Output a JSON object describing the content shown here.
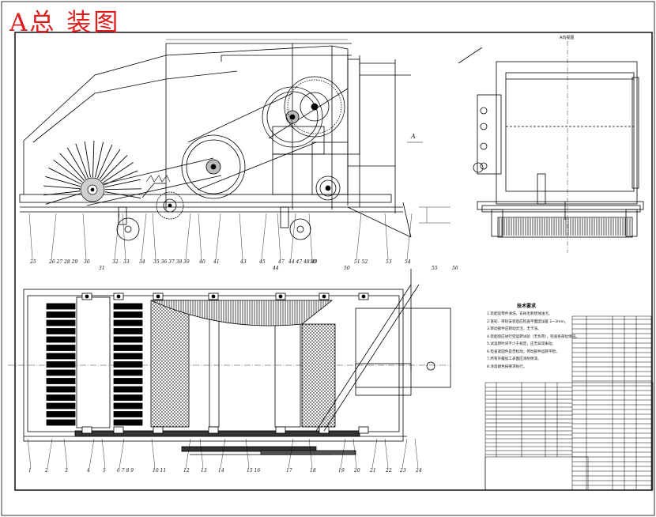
{
  "drawing": {
    "stamp_title": "A总 装图",
    "view_label": "A",
    "side_view_label": "A向视图"
  },
  "tech_requirements": {
    "title": "技术要求",
    "items": [
      "1.装配前零件清洗，去除毛刺锈蚀油污。",
      "2.链轮、带轮安装后应检查平面度误差 2~3mm。",
      "3.转动部件应转动灵活，无卡滞。",
      "4.装配后应进行空运转试验（无负荷），检查各部位情况。",
      "5.试运转时间不少于规定，应无异常振动。",
      "6.检查紧固件是否松动，传动部件运转平稳。",
      "7.所有外露加工表面应涂防锈漆。",
      "8.涂漆颜色按要求执行。"
    ]
  },
  "callouts_top": [
    "25",
    "26 27 28 29",
    "30",
    "32",
    "33",
    "34",
    "35 36 37 38",
    "39",
    "40",
    "41",
    "43",
    "45",
    "47",
    "44 47 48 49",
    "50",
    "51 52",
    "53",
    "54"
  ],
  "callouts_plan_top": [
    "31",
    "44",
    "50",
    "55",
    "56"
  ],
  "callouts_bottom": [
    "1",
    "2",
    "3",
    "4",
    "5",
    "6 7 8 9",
    "10 11",
    "12",
    "13",
    "14",
    "15 16",
    "17",
    "18",
    "19",
    "20",
    "21",
    "22",
    "23",
    "24"
  ]
}
